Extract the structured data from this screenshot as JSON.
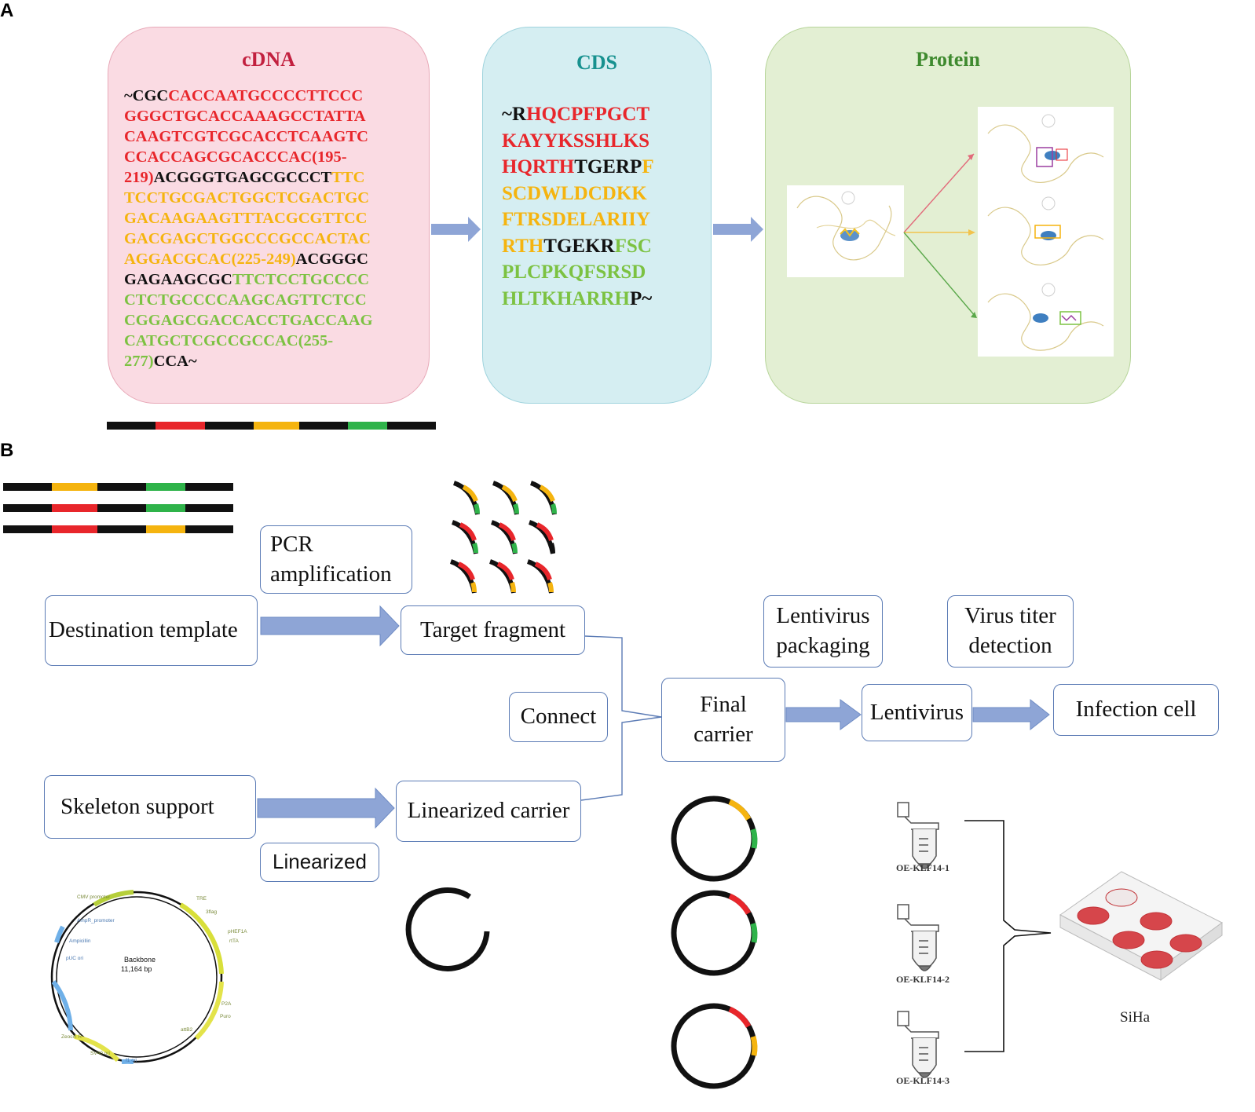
{
  "panels": {
    "a": "A",
    "b": "B"
  },
  "panel_a": {
    "cdna": {
      "title": "cDNA",
      "lines": [
        [
          [
            "~CGC",
            "blk"
          ],
          [
            "CACCAATGCCCCTTCCC",
            "red"
          ]
        ],
        [
          [
            "GGGCTGCACCAAAGCCTATTA",
            "red"
          ]
        ],
        [
          [
            "CAAGTCGTCGCACCTCAAGTC",
            "red"
          ]
        ],
        [
          [
            "CCACCAGCGCACCCAC(195-",
            "red"
          ]
        ],
        [
          [
            "219)",
            "red"
          ],
          [
            "ACGGGTGAGCGCCCT",
            "blk"
          ],
          [
            "TTC",
            "yel"
          ]
        ],
        [
          [
            "TCCTGCGACTGGCTCGACTGC",
            "yel"
          ]
        ],
        [
          [
            "GACAAGAAGTTTACGCGTTCC",
            "yel"
          ]
        ],
        [
          [
            "GACGAGCTGGCCCGCCACTAC",
            "yel"
          ]
        ],
        [
          [
            "AGGACGCAC(225-249)",
            "yel"
          ],
          [
            "ACGGGC",
            "blk"
          ]
        ],
        [
          [
            "GAGAAGCGC",
            "blk"
          ],
          [
            "TTCTCCTGCCCC",
            "grn"
          ]
        ],
        [
          [
            "CTCTGCCCCAAGCAGTTCTCC",
            "grn"
          ]
        ],
        [
          [
            "CGGAGCGACCACCTGACCAAG",
            "grn"
          ]
        ],
        [
          [
            "CATGCTCGCCGCCAC(255-",
            "grn"
          ]
        ],
        [
          [
            "277)",
            "grn"
          ],
          [
            "CCA~",
            "blk"
          ]
        ]
      ]
    },
    "cds": {
      "title": "CDS",
      "lines": [
        [
          [
            "~R",
            "blk"
          ],
          [
            "HQCPFPGCT",
            "red"
          ]
        ],
        [
          [
            "KAYYKSSHLKS",
            "red"
          ]
        ],
        [
          [
            "HQRTH",
            "red"
          ],
          [
            "TGERP",
            "blk"
          ],
          [
            "F",
            "yel"
          ]
        ],
        [
          [
            "SCDWLDCDKK",
            "yel"
          ]
        ],
        [
          [
            "FTRSDELARIIY",
            "yel"
          ]
        ],
        [
          [
            "RTH",
            "yel"
          ],
          [
            "TGEKR",
            "blk"
          ],
          [
            "FSC",
            "grn"
          ]
        ],
        [
          [
            "PLCPKQFSRSD",
            "grn"
          ]
        ],
        [
          [
            "HLTKHARRH",
            "grn"
          ],
          [
            "P~",
            "blk"
          ]
        ]
      ]
    },
    "protein": {
      "title": "Protein"
    }
  },
  "panel_b": {
    "boxes": {
      "pcr": "PCR\namplification",
      "destination": "Destination template",
      "target": "Target fragment",
      "connect": "Connect",
      "skeleton": "Skeleton support",
      "linearized_carrier": "Linearized carrier",
      "linearized": "Linearized",
      "final": "Final\ncarrier",
      "lentivirus_packaging": "Lentivirus\npackaging",
      "lentivirus": "Lentivirus",
      "virus_titer": "Virus titer\ndetection",
      "infection": "Infection cell"
    },
    "plasmid": {
      "name": "Backbone",
      "size": "11,164 bp",
      "features": [
        "CMV promoter",
        "TRE",
        "3flag",
        "AmpR_promoter",
        "pHEF1A",
        "rtTA",
        "Ampicillin",
        "pUC ori",
        "P2A",
        "Puro",
        "attB2",
        "Zeocin R",
        "SV40 ori",
        "f1 ori"
      ]
    },
    "tubes": [
      "OE-KLF14-1",
      "OE-KLF14-2",
      "OE-KLF14-3"
    ],
    "cell_line": "SiHa"
  },
  "colors": {
    "red": "#e8262b",
    "yellow": "#f5b40f",
    "green": "#2fb34a",
    "black": "#111111",
    "arrow_blue": "#8ea5d6",
    "box_border": "#5b7bb5",
    "cdna_bg": "#fadbe3",
    "cds_bg": "#d5eef2",
    "protein_bg": "#e3efd3"
  }
}
